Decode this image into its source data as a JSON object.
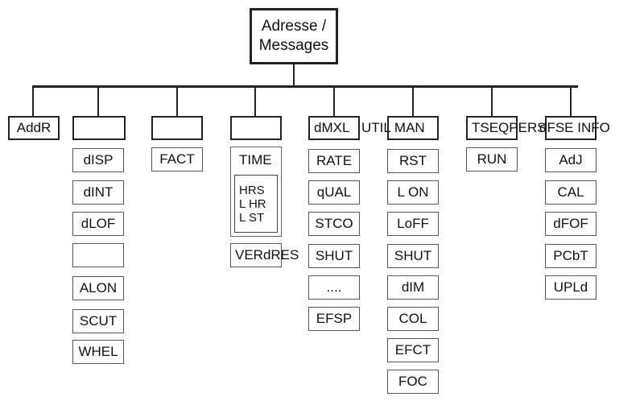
{
  "root": {
    "line1": "Adresse /",
    "line2": "Messages"
  },
  "branches": {
    "addr": "AddR",
    "col1": {
      "header": "",
      "items": [
        "dISP",
        "dINT",
        "dLOF",
        "",
        "ALON",
        "SCUT",
        "WHEL"
      ]
    },
    "col2": {
      "header": "",
      "items": [
        "FACT"
      ]
    },
    "col3": {
      "header": "",
      "time_label": "TIME",
      "time_sub": [
        "HRS",
        "L HR",
        "L ST"
      ],
      "items": [
        "VERdRES"
      ]
    },
    "col4": {
      "header": "dMXL",
      "items": [
        "RATE",
        "qUAL",
        "STCO",
        "SHUT",
        "....",
        "EFSP"
      ]
    },
    "col5": {
      "header": "UTIL MAN",
      "items": [
        "RST",
        "L ON",
        "LoFF",
        "SHUT",
        "dIM",
        "COL",
        "EFCT",
        "FOC"
      ]
    },
    "col6": {
      "header": "TSEQPERS",
      "items": [
        "RUN"
      ]
    },
    "col7": {
      "header": "dFSE INFO",
      "items": [
        "AdJ",
        "CAL",
        "dFOF",
        "PCbT",
        "UPLd"
      ]
    }
  }
}
